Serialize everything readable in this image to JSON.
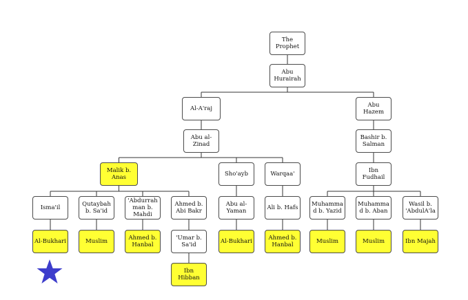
{
  "colors": {
    "box": "#ffffff",
    "highlight": "#ffff33",
    "line": "#333333",
    "star": "#3d3dcc"
  },
  "nodes": {
    "prophet": "The\nProphet",
    "abu_hurairah": "Abu\nHurairah",
    "al_araj": "Al-A'raj",
    "abu_hazem": "Abu\nHazem",
    "abu_al_zinad": "Abu al-\nZinad",
    "bashir": "Bashir b.\nSalman",
    "malik": "Malik b.\nAnas",
    "shoayb": "Sho'ayb",
    "warqaa": "Warqaa'",
    "ibn_fudhail": "Ibn\nFudhail",
    "ismail": "Isma'il",
    "qutaybah": "Qutaybah\nb. Sa'id",
    "abdurrahman": "'Abdurrah\nman b.\nMahdi",
    "ahmed_abi_bakr": "Ahmed b.\nAbi Bakr",
    "abu_al_yaman": "Abu al-\nYaman",
    "ali_hafs": "Ali b. Hafs",
    "muhammad_yazid": "Muhamma\nd b. Yazid",
    "muhammad_aban": "Muhamma\nd b. Aban",
    "wasil": "Wasil b.\n'AbdulA'la",
    "bukhari_1": "Al-Bukhari",
    "muslim_1": "Muslim",
    "hanbal_1": "Ahmed b.\nHanbal",
    "umar_said": "'Umar b.\nSa'id",
    "bukhari_2": "Al-Bukhari",
    "hanbal_2": "Ahmed b.\nHanbal",
    "muslim_2": "Muslim",
    "muslim_3": "Muslim",
    "ibn_majah": "Ibn Majah",
    "ibn_hibban": "Ibn Hibban"
  }
}
